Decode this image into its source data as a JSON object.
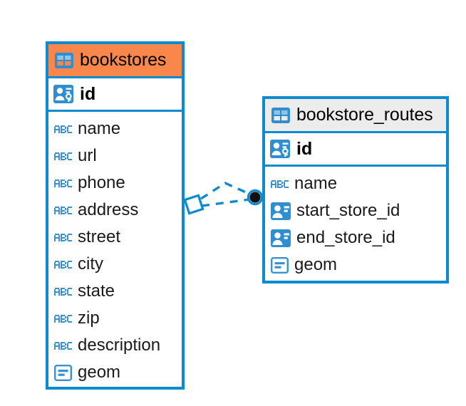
{
  "diagram": {
    "type": "entity-relationship-diagram",
    "background_color": "#ffffff",
    "accent_color": "#0d8bd0",
    "highlight_color": "#f9864b",
    "neutral_header_color": "#ececec"
  },
  "entities": [
    {
      "name": "bookstores",
      "title": "bookstores",
      "header_style": "accent",
      "header_icon": "table-icon",
      "primary_key": {
        "label": "id",
        "icon": "primary-key-icon"
      },
      "fields": [
        {
          "label": "name",
          "icon": "abc-text-icon"
        },
        {
          "label": "url",
          "icon": "abc-text-icon"
        },
        {
          "label": "phone",
          "icon": "abc-text-icon"
        },
        {
          "label": "address",
          "icon": "abc-text-icon"
        },
        {
          "label": "street",
          "icon": "abc-text-icon"
        },
        {
          "label": "city",
          "icon": "abc-text-icon"
        },
        {
          "label": "state",
          "icon": "abc-text-icon"
        },
        {
          "label": "zip",
          "icon": "abc-text-icon"
        },
        {
          "label": "description",
          "icon": "abc-text-icon"
        },
        {
          "label": "geom",
          "icon": "geometry-icon"
        }
      ]
    },
    {
      "name": "bookstore_routes",
      "title": "bookstore_routes",
      "header_style": "neutral",
      "header_icon": "table-icon",
      "primary_key": {
        "label": "id",
        "icon": "primary-key-icon"
      },
      "fields": [
        {
          "label": "name",
          "icon": "abc-text-icon"
        },
        {
          "label": "start_store_id",
          "icon": "foreign-key-icon"
        },
        {
          "label": "end_store_id",
          "icon": "foreign-key-icon"
        },
        {
          "label": "geom",
          "icon": "geometry-icon"
        }
      ]
    }
  ],
  "relationship": {
    "source_entity": "bookstores",
    "target_entity": "bookstore_routes",
    "line_style": "dashed",
    "line_color": "#0d8bd0",
    "source_endpoint_icon": "diamond-endpoint-icon",
    "target_endpoint_icon": "circle-endpoint-icon",
    "target_endpoint_color": "#111111"
  }
}
